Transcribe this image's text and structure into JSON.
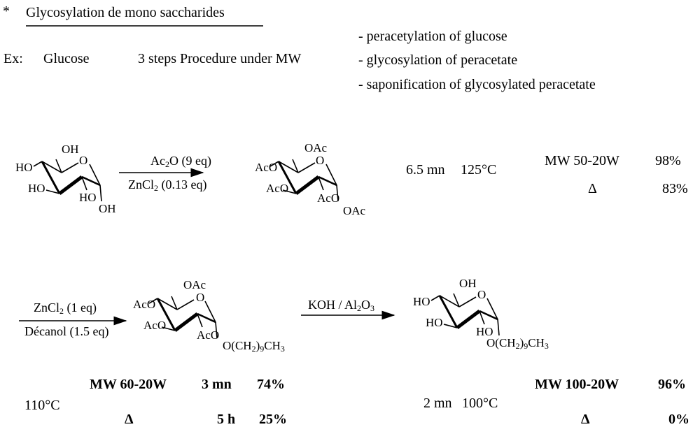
{
  "title": {
    "bullet": "*",
    "text": "Glycosylation de mono saccharides"
  },
  "example": {
    "label": "Ex:",
    "substrate": "Glucose",
    "procedure": "3 steps Procedure under MW"
  },
  "steps": [
    "-  peracetylation of glucose",
    "-  glycosylation of peracetate",
    "-  saponification of glycosylated peracetate"
  ],
  "reaction1": {
    "reagent1": [
      "Ac",
      "2",
      "O (9 eq)"
    ],
    "reagent2": [
      "ZnCl",
      "2",
      " (0.13 eq)"
    ],
    "time": "6.5 mn",
    "temp": "125°C",
    "mw_label": "MW 50-20W",
    "mw_yield": "98%",
    "delta_label": "Δ",
    "delta_yield": "83%"
  },
  "reaction2": {
    "reagent1": [
      "ZnCl",
      "2",
      " (1 eq)"
    ],
    "reagent2": "Décanol (1.5 eq)",
    "temp": "110°C",
    "mw_label": "MW 60-20W",
    "mw_time": "3 mn",
    "mw_yield": "74%",
    "delta_label": "Δ",
    "delta_time": "5 h",
    "delta_yield": "25%"
  },
  "reaction3": {
    "reagent": [
      "KOH / Al",
      "2",
      "O",
      "3"
    ],
    "time": "2 mn",
    "temp": "100°C",
    "mw_label": "MW 100-20W",
    "mw_yield": "96%",
    "delta_label": "Δ",
    "delta_yield": "0%"
  },
  "molecules": {
    "glucose": {
      "oh6": "OH",
      "o": "O",
      "oh4": "HO",
      "oh3": "HO",
      "oh2": "HO",
      "oh1": "OH"
    },
    "peracetate": {
      "oh6": "OAc",
      "o": "O",
      "oh4": "AcO",
      "oh3": "AcO",
      "oh2": "AcO",
      "oh1": "OAc"
    },
    "glycosylated_peracetate": {
      "oh6": "OAc",
      "o": "O",
      "oh4": "AcO",
      "oh3": "AcO",
      "oh2": "AcO",
      "aglycone": [
        "O(CH",
        "2",
        ")",
        "9",
        "CH",
        "3"
      ]
    },
    "decyl_glucoside": {
      "oh6": "OH",
      "o": "O",
      "oh4": "HO",
      "oh3": "HO",
      "oh2": "HO",
      "aglycone": [
        "O(CH",
        "2",
        ")",
        "9",
        "CH",
        "3"
      ]
    }
  }
}
